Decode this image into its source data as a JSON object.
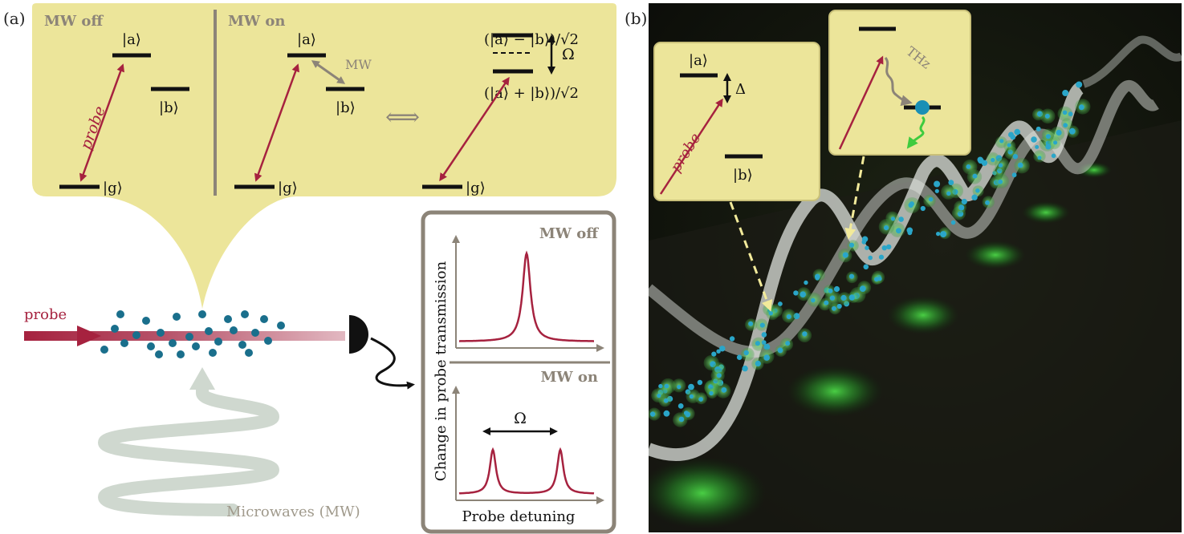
{
  "panel_a": {
    "label": "(a)",
    "mw_off_title": "MW off",
    "mw_on_title": "MW on",
    "state_a": "|a⟩",
    "state_b": "|b⟩",
    "state_g": "|g⟩",
    "probe_arrow_label": "probe",
    "mw_arrow_label": "MW",
    "equivalence_symbol": "⟺",
    "dressed_minus": "(|a⟩ − |b⟩)/√2",
    "dressed_plus": "(|a⟩ + |b⟩)/√2",
    "omega": "Ω",
    "probe_beam_label": "probe",
    "microwaves_label": "Microwaves (MW)",
    "plot": {
      "ylabel": "Change in probe transmission",
      "xlabel": "Probe detuning",
      "top_title": "MW off",
      "bottom_title": "MW on",
      "split_label": "Ω"
    }
  },
  "panel_b": {
    "label": "(b)",
    "inset1_state_a": "|a⟩",
    "inset1_state_b": "|b⟩",
    "inset1_delta": "Δ",
    "inset1_probe": "probe",
    "inset2_thz": "THz"
  },
  "colors": {
    "probe": "#a6223f",
    "atom": "#1a6f8c",
    "yellow_bg": "#ece59a",
    "gray": "#8c8478",
    "microwave": "#cfd8cf",
    "photo_bg": "#0d0f0a",
    "glow": "#38c83a"
  },
  "chart_data": [
    {
      "type": "line",
      "title": "MW off",
      "xlabel": "Probe detuning",
      "ylabel": "Change in probe transmission",
      "series": [
        {
          "peaks_at": [
            0
          ],
          "peak_height": 1.0
        }
      ]
    },
    {
      "type": "line",
      "title": "MW on",
      "xlabel": "Probe detuning",
      "ylabel": "Change in probe transmission",
      "series": [
        {
          "peaks_at": [
            -0.5,
            0.5
          ],
          "peak_height": 0.55
        }
      ]
    }
  ]
}
